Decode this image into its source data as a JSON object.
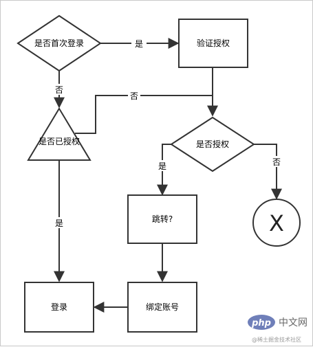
{
  "nodes": {
    "first_login": "是否首次登录",
    "verify_auth": "验证授权",
    "already_authorized": "是否已授权",
    "authorize": "是否授权",
    "jump": "跳转?",
    "bind_account": "绑定账号",
    "login": "登录",
    "terminate": "X"
  },
  "edges": {
    "first_login_to_verify": "是",
    "first_login_to_already": "否",
    "verify_to_already": "否",
    "authorize_to_jump": "是",
    "authorize_to_end": "否",
    "already_to_login": "是"
  },
  "watermark": {
    "juejin": "@稀土掘金技术社区",
    "php_logo": "php",
    "php_site": "中文网"
  },
  "colors": {
    "stroke": "#333333",
    "fill": "#ffffff",
    "php_purple": "#6f7fb9"
  }
}
